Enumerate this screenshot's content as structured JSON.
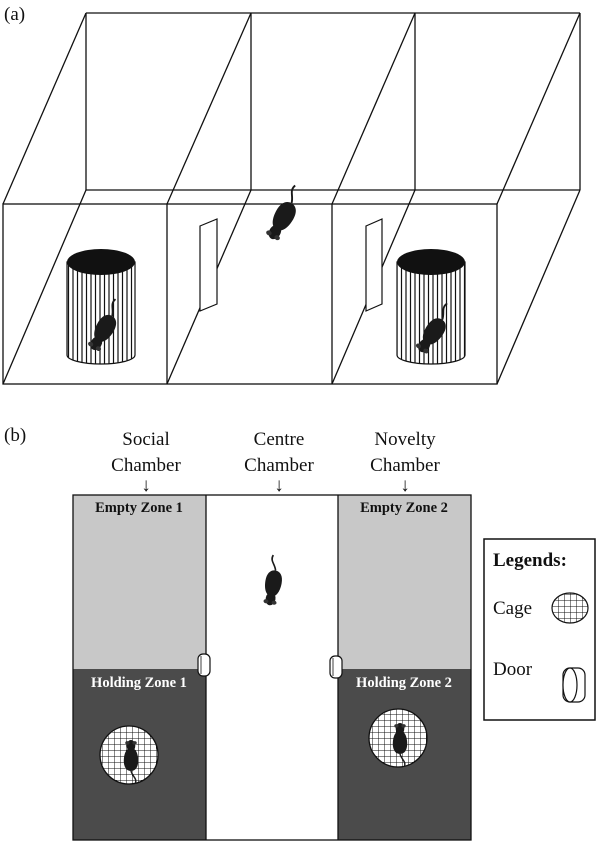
{
  "panel_a": {
    "label": "(a)"
  },
  "panel_b": {
    "label": "(b)",
    "chambers": [
      {
        "line1": "Social",
        "line2": "Chamber"
      },
      {
        "line1": "Centre",
        "line2": "Chamber"
      },
      {
        "line1": "Novelty",
        "line2": "Chamber"
      }
    ],
    "arrow_glyph": "↓",
    "zones": {
      "empty_1": "Empty Zone 1",
      "empty_2": "Empty Zone 2",
      "holding_1": "Holding Zone 1",
      "holding_2": "Holding Zone 2"
    },
    "legend": {
      "title": "Legends:",
      "cage": "Cage",
      "door": "Door"
    }
  },
  "colors": {
    "empty_zone": "#c8c8c8",
    "holding_zone": "#4b4b4b",
    "mouse": "#1a1a1a"
  },
  "icons": [
    "mouse-icon",
    "cage-icon",
    "door-icon",
    "cylinder-cage-icon"
  ]
}
